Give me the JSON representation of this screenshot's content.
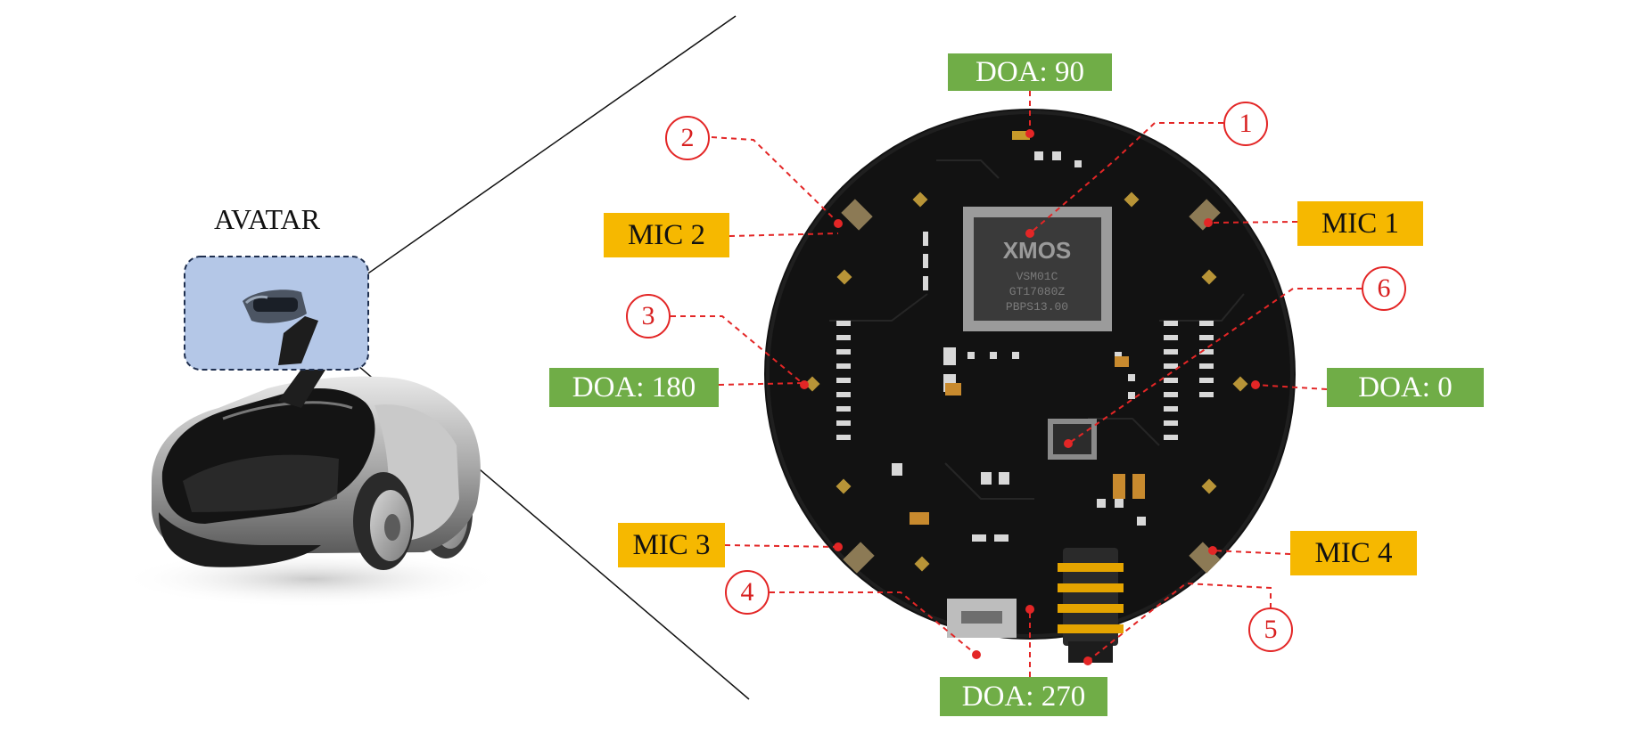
{
  "avatar": {
    "label": "AVATAR"
  },
  "board": {
    "chip_brand": "XMOS",
    "chip_lines": [
      "VSM01C",
      "GT17080Z",
      "PBPS13.00"
    ]
  },
  "mics": [
    {
      "id": "mic1",
      "label": "MIC 1"
    },
    {
      "id": "mic2",
      "label": "MIC 2"
    },
    {
      "id": "mic3",
      "label": "MIC 3"
    },
    {
      "id": "mic4",
      "label": "MIC 4"
    }
  ],
  "doa": [
    {
      "id": "doa90",
      "label": "DOA: 90"
    },
    {
      "id": "doa180",
      "label": "DOA: 180"
    },
    {
      "id": "doa0",
      "label": "DOA: 0"
    },
    {
      "id": "doa270",
      "label": "DOA: 270"
    }
  ],
  "callouts": [
    "1",
    "2",
    "3",
    "4",
    "5",
    "6"
  ],
  "colors": {
    "mic_tag": "#f6b800",
    "doa_tag": "#70ad47",
    "callout": "#e32626",
    "pcb": "#121212",
    "avatar_box": "#b4c7e7"
  }
}
